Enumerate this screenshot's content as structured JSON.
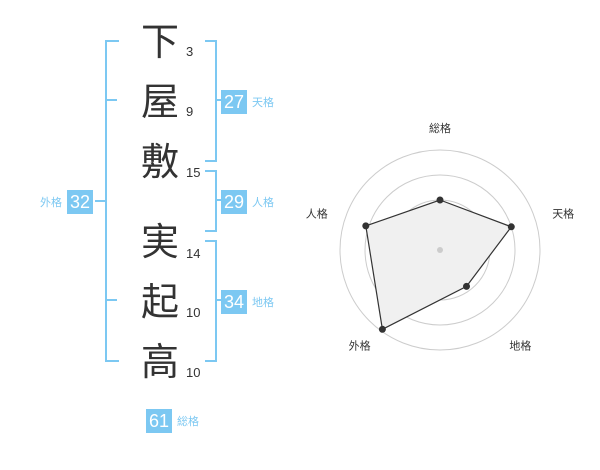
{
  "name": {
    "chars": [
      {
        "char": "下",
        "strokes": "3"
      },
      {
        "char": "屋",
        "strokes": "9"
      },
      {
        "char": "敷",
        "strokes": "15"
      },
      {
        "char": "実",
        "strokes": "14"
      },
      {
        "char": "起",
        "strokes": "10"
      },
      {
        "char": "高",
        "strokes": "10"
      }
    ]
  },
  "kaku": {
    "tenkaku": {
      "value": "27",
      "label": "天格"
    },
    "jinkaku": {
      "value": "29",
      "label": "人格"
    },
    "chikaku": {
      "value": "34",
      "label": "地格"
    },
    "gaikaku": {
      "value": "32",
      "label": "外格"
    },
    "soukaku": {
      "value": "61",
      "label": "総格"
    }
  },
  "colors": {
    "accent": "#7cc8f2",
    "text": "#333333",
    "radar_fill": "#f0f0f0",
    "ring": "#cccccc"
  },
  "chart_data": {
    "type": "radar",
    "axes": [
      "総格",
      "天格",
      "地格",
      "外格",
      "人格"
    ],
    "values": [
      0.5,
      0.75,
      0.45,
      0.98,
      0.78
    ],
    "range": [
      0,
      1
    ],
    "rings": 4
  }
}
